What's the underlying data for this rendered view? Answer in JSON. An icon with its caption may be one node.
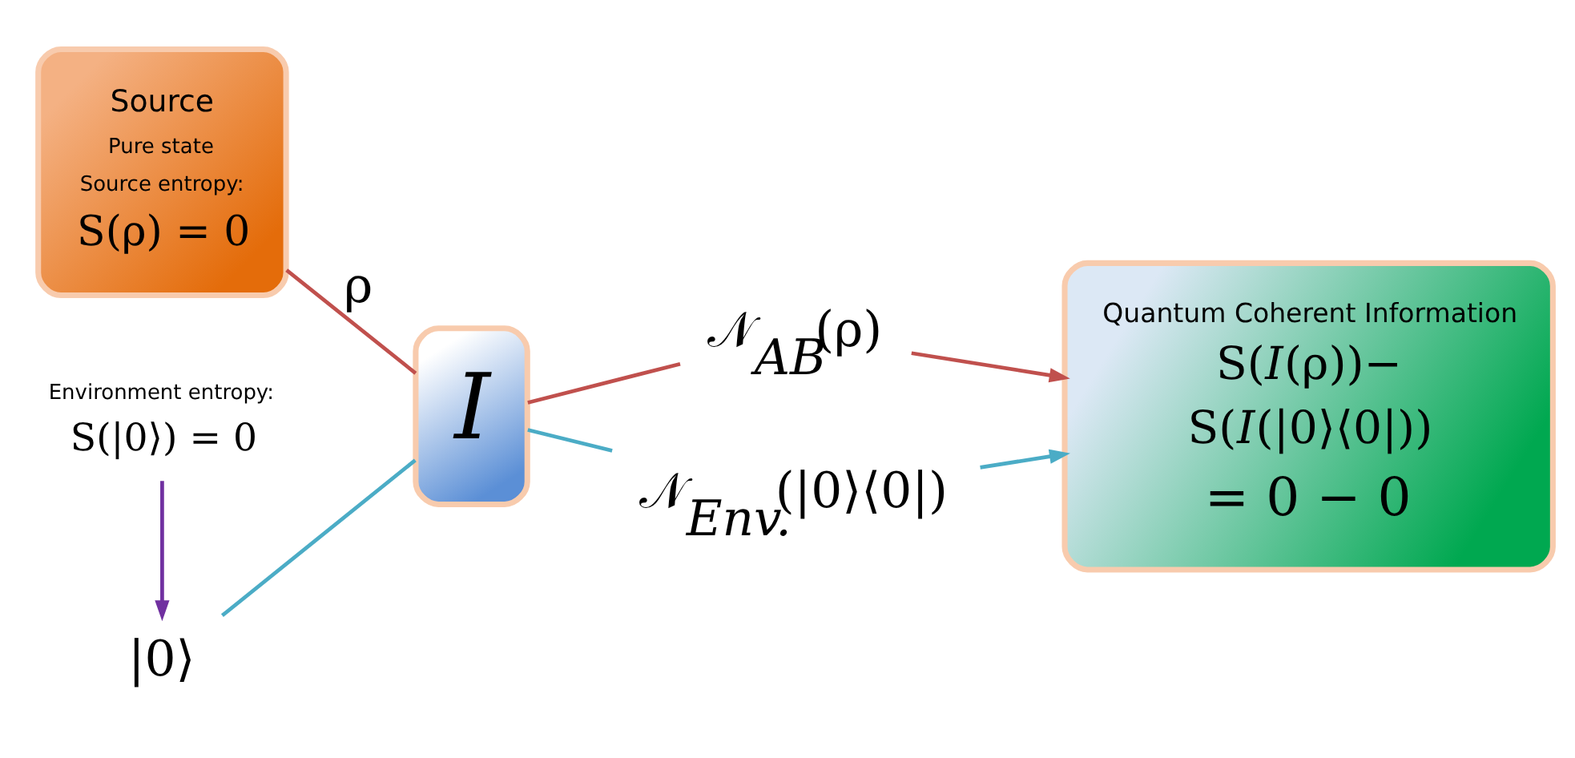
{
  "diagram": {
    "nodes": [
      {
        "text": [
          "Source",
          "Pure state",
          "Source entropy:",
          "S(ρ) = 0"
        ]
      },
      {
        "text": [
          "|0⟩"
        ]
      },
      {
        "text": [
          "*I*"
        ]
      },
      {
        "text": [
          "𝒩$_{AB}$(ρ)"
        ]
      },
      {
        "text": [
          "𝒩$_{Env.}$(|0⟩⟨0|)"
        ]
      },
      {
        "text": [
          "Quantum Coherent Information",
          "S(*I*(ρ))−",
          "S(*I*(|0⟩⟨0|))",
          "= 0 − 0"
        ]
      },
      {
        "text": [
          "Environment entropy:",
          "S(|0⟩) = 0"
        ]
      }
    ],
    "edges": [
      {
        "from": 0,
        "to": 2,
        "arrow": "none",
        "label": "ρ",
        "color": "#c0504d"
      },
      {
        "from": 1,
        "to": 2,
        "arrow": "none",
        "color": "#4bacc6"
      },
      {
        "from": 2,
        "to": 3,
        "arrow": "none",
        "color": "#c0504d"
      },
      {
        "from": 3,
        "to": 5,
        "arrow": "to",
        "color": "#c0504d"
      },
      {
        "from": 2,
        "to": 4,
        "arrow": "none",
        "color": "#4bacc6"
      },
      {
        "from": 4,
        "to": 5,
        "arrow": "to",
        "color": "#4bacc6"
      },
      {
        "from": 6,
        "to": 1,
        "arrow": "to",
        "color": "#7030a0"
      }
    ]
  }
}
